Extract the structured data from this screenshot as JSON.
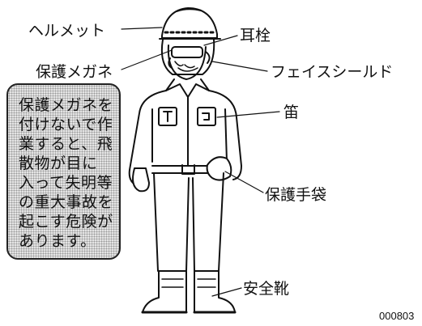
{
  "labels": {
    "helmet": "ヘルメット",
    "earplug": "耳栓",
    "goggles": "保護メガネ",
    "face_shield": "フェイスシールド",
    "whistle": "笛",
    "gloves": "保護手袋",
    "safety_boots": "安全靴"
  },
  "warning": {
    "lines": [
      "保護メガネを",
      "付けないで作",
      "業すると、飛",
      "散物が目に",
      "入って失明等",
      "の重大事故を",
      "起こす危険が",
      "あります。"
    ]
  },
  "figure_id": "000803",
  "colors": {
    "ink": "#111111",
    "box_fill": "#e4e4e4",
    "box_dots": "#9a9a9a"
  }
}
